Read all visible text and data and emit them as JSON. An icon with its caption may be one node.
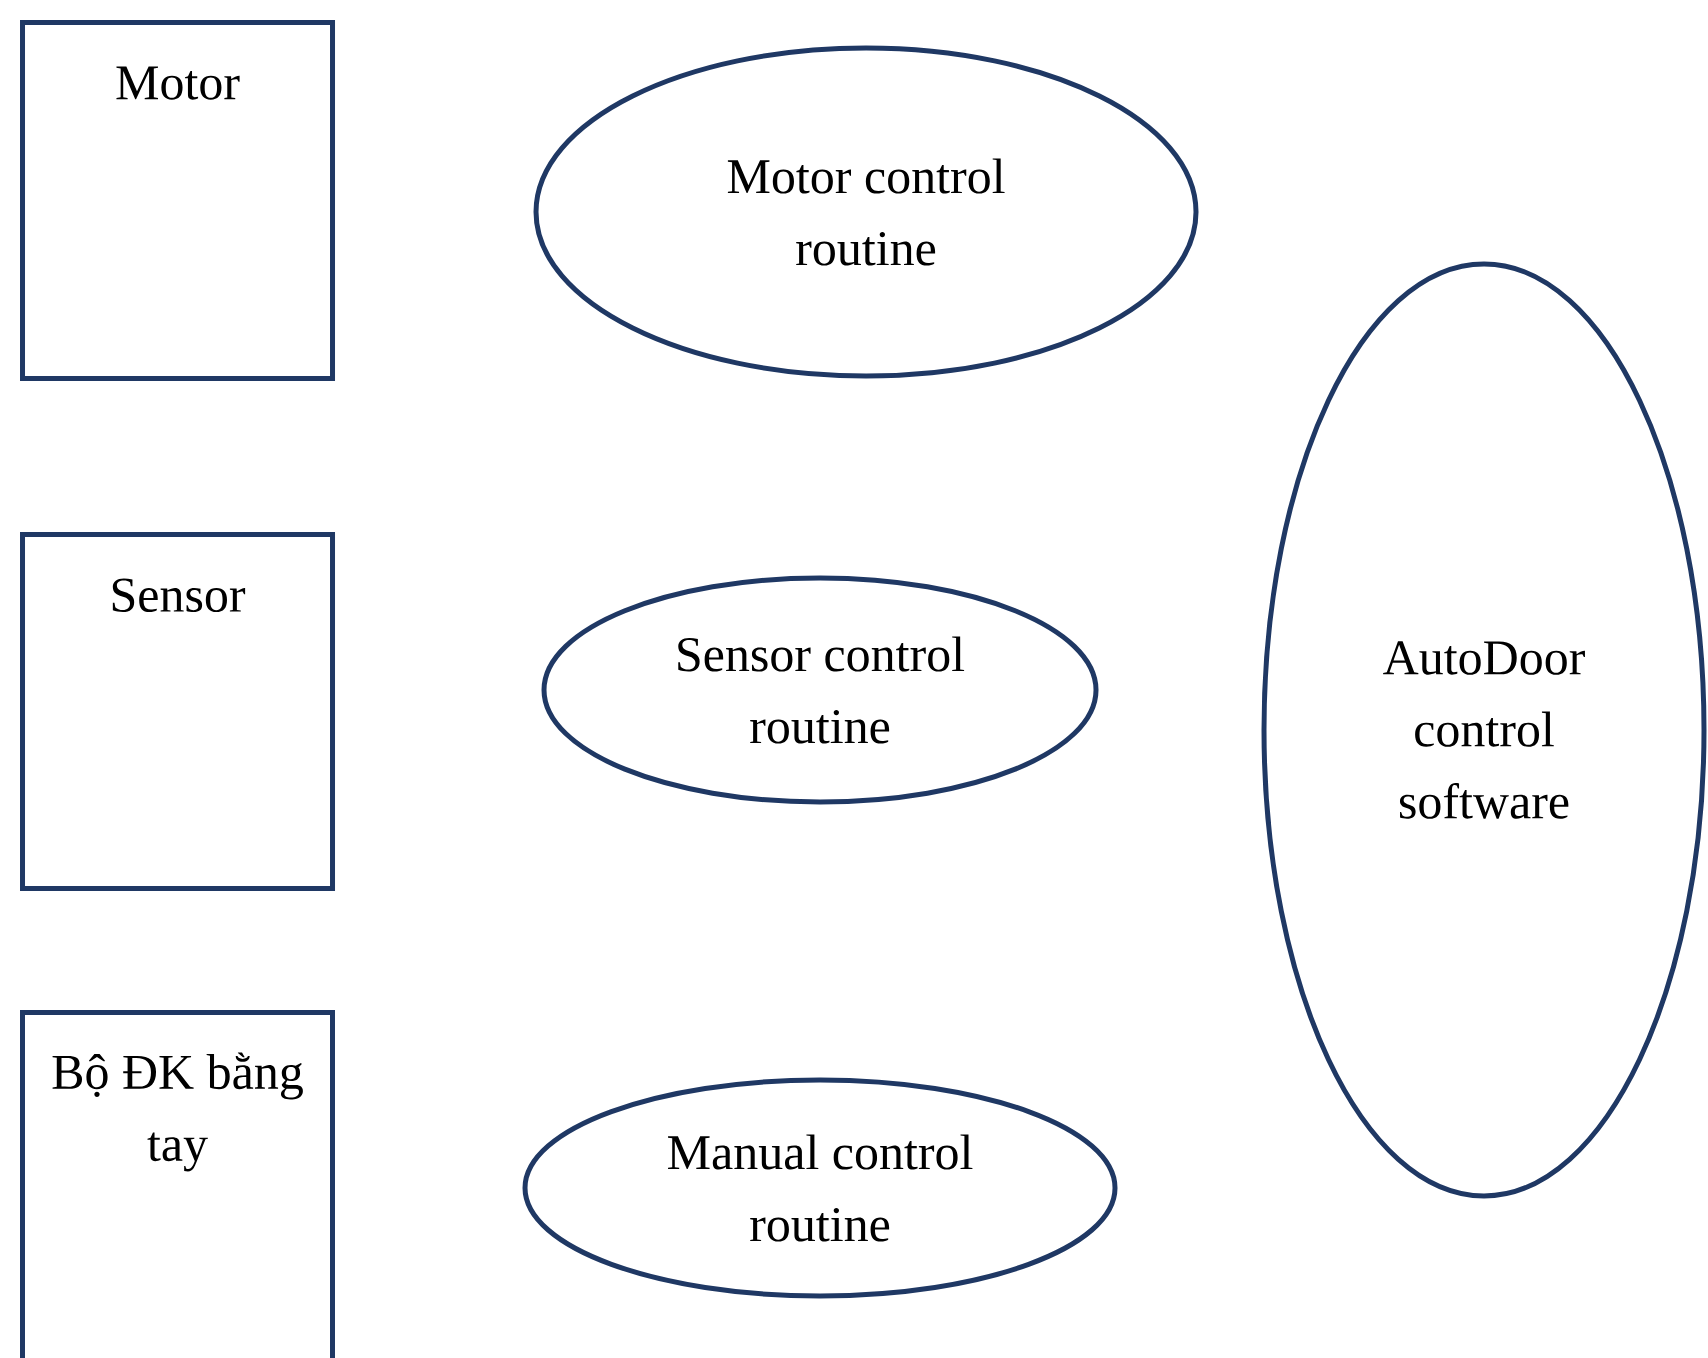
{
  "diagram": {
    "nodes": [
      {
        "text": [
          "Motor"
        ]
      },
      {
        "text": [
          "Sensor"
        ]
      },
      {
        "text": [
          "Bộ ĐK bằng tay"
        ]
      },
      {
        "text": [
          "Motor control routine"
        ]
      },
      {
        "text": [
          "Sensor control routine"
        ]
      },
      {
        "text": [
          "Manual control routine"
        ]
      },
      {
        "text": [
          "AutoDoor control software"
        ]
      }
    ],
    "edges": []
  }
}
